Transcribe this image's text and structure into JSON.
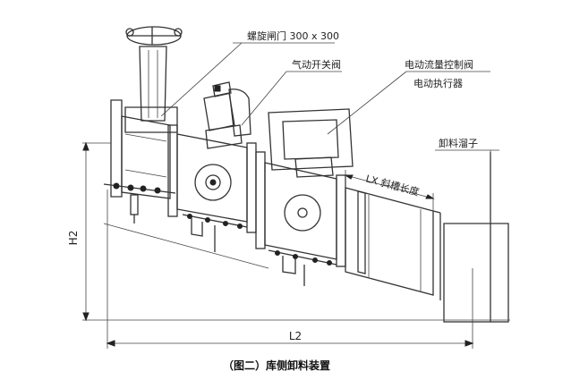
{
  "labels": {
    "spiral_gate": "螺旋闸门 300 x 300",
    "pneumatic_valve": "气动开关阀",
    "electric_flow_valve": "电动流量控制阀",
    "electric_actuator": "电动执行器",
    "discharge_chute": "卸料溜子",
    "lx_length": "LX 斜槽长度",
    "h2": "H2",
    "l2": "L2"
  },
  "caption": "（图二）库侧卸料装置"
}
